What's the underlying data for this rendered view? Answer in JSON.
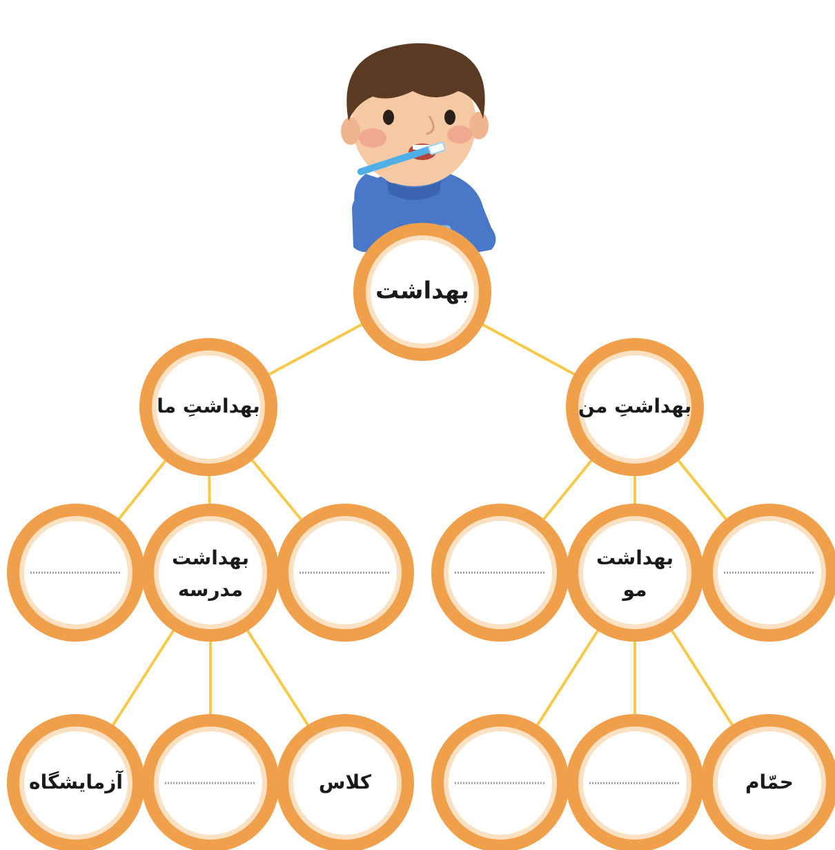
{
  "diagram": {
    "root": {
      "label": "بهداشت"
    },
    "branches": [
      {
        "label": "بهداشتِ ما",
        "children": [
          {
            "label": "",
            "blank": true
          },
          {
            "lines": [
              "بهداشت",
              "مدرسه"
            ],
            "children": [
              {
                "label": "آزمایشگاه"
              },
              {
                "label": "",
                "blank": true
              },
              {
                "label": "کلاس"
              }
            ]
          },
          {
            "label": "",
            "blank": true
          }
        ]
      },
      {
        "label": "بهداشتِ من",
        "children": [
          {
            "label": "",
            "blank": true
          },
          {
            "lines": [
              "بهداشت",
              "مو"
            ],
            "children": [
              {
                "label": "",
                "blank": true
              },
              {
                "label": "",
                "blank": true
              },
              {
                "label": "حمّام"
              }
            ]
          },
          {
            "label": "",
            "blank": true
          }
        ]
      }
    ]
  },
  "illustration": {
    "subject": "boy-brushing-teeth"
  },
  "colors": {
    "ring_outer": "#f0a04b",
    "ring_inner": "#fbe0c2",
    "ring_fill": "#ffffff",
    "connector_light": "#f7c948",
    "connector_dark": "#e8623a",
    "blank_dots": "#9a9a9a",
    "shirt": "#4a78c8",
    "hair": "#5a3a22",
    "skin": "#f6c9a5"
  }
}
